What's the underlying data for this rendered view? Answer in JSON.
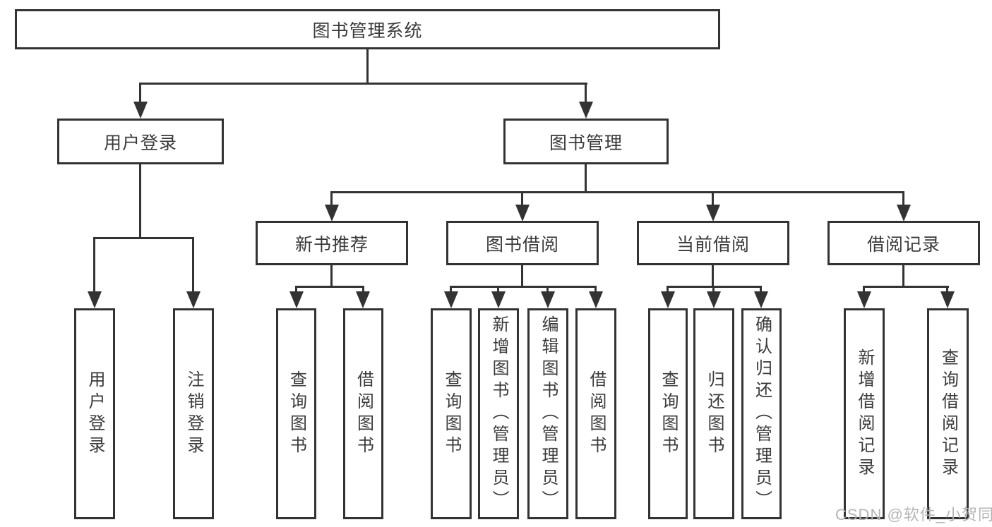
{
  "diagram": {
    "title_node": {
      "label": "图书管理系统"
    },
    "level2": [
      {
        "label": "用户登录"
      },
      {
        "label": "图书管理"
      }
    ],
    "level3": [
      {
        "label": "新书推荐"
      },
      {
        "label": "图书借阅"
      },
      {
        "label": "当前借阅"
      },
      {
        "label": "借阅记录"
      }
    ],
    "leaves": {
      "user_login": [
        "用户登录",
        "注销登录"
      ],
      "new_books": [
        "查询图书",
        "借阅图书"
      ],
      "book_borrowing": [
        "查询图书",
        "新增图书（管理员）",
        "编辑图书（管理员）",
        "借阅图书"
      ],
      "current_borrowing": [
        "查询图书",
        "归还图书",
        "确认归还（管理员）"
      ],
      "borrow_records": [
        "新增借阅记录",
        "查询借阅记录"
      ]
    },
    "watermark": "CSDN @软件_小贺同学",
    "colors": {
      "line": "#333333",
      "text": "#3a3a3a",
      "watermark": "#b5b5b5",
      "background": "#ffffff"
    }
  }
}
